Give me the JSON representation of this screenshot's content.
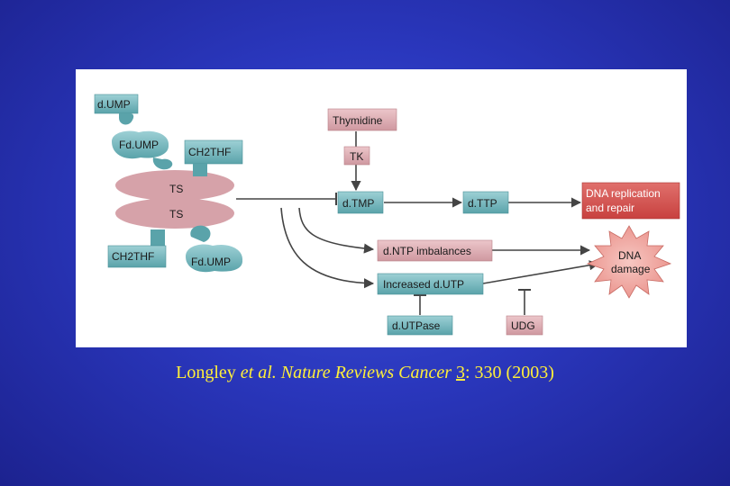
{
  "diagram": {
    "nodes": {
      "dump": "d.UMP",
      "fdump_top": "Fd.UMP",
      "ch2thf_top": "CH2THF",
      "ts_top": "TS",
      "ts_bottom": "TS",
      "ch2thf_bottom": "CH2THF",
      "fdump_bottom": "Fd.UMP",
      "thymidine": "Thymidine",
      "tk": "TK",
      "dtmp": "d.TMP",
      "dttp": "d.TTP",
      "dna_replication_line1": "DNA replication",
      "dna_replication_line2": "and repair",
      "dntp_imbalances": "d.NTP imbalances",
      "increased_dutp": "Increased d.UTP",
      "dutpase": "d.UTPase",
      "udg": "UDG",
      "dna_damage_line1": "DNA",
      "dna_damage_line2": "damage"
    },
    "colors": {
      "teal": "#5aa3aa",
      "teal_light": "#7fc0c6",
      "pink": "#d9a3aa",
      "pink_dark": "#c98c95",
      "red": "#d55250",
      "damage": "#f0a9a3",
      "arrow": "#444444"
    }
  },
  "citation": {
    "author": "Longley ",
    "etal": "et al. ",
    "journal": "Nature Reviews Cancer ",
    "volume": "3",
    "rest": ": 330 (2003)"
  }
}
